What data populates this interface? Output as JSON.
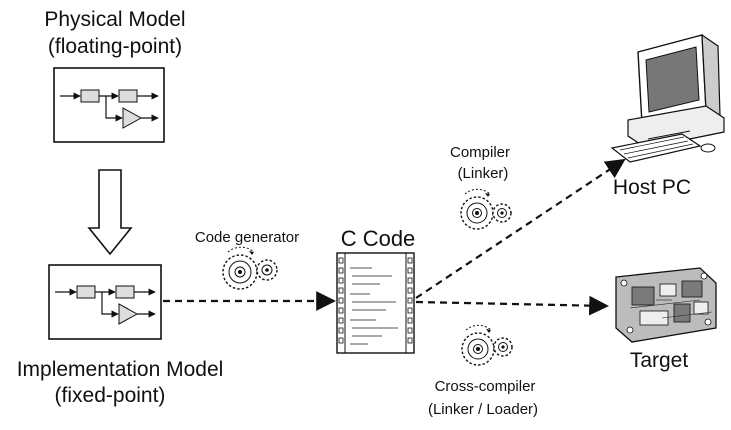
{
  "physical_model": {
    "line1": "Physical Model",
    "line2": "(floating-point)"
  },
  "implementation_model": {
    "line1": "Implementation Model",
    "line2": "(fixed-point)"
  },
  "code_generator": {
    "label": "Code generator"
  },
  "c_code": {
    "label": "C Code"
  },
  "compiler": {
    "line1": "Compiler",
    "line2": "(Linker)"
  },
  "cross_compiler": {
    "line1": "Cross-compiler",
    "line2": "(Linker / Loader)"
  },
  "host_pc": {
    "label": "Host PC"
  },
  "target": {
    "label": "Target"
  },
  "colors": {
    "stroke": "#111111",
    "block_fill": "#dddddd",
    "dark_fill": "#7a7a7a",
    "board_fill": "#bcbcbc"
  },
  "icons": [
    "block-diagram-icon",
    "down-arrow-icon",
    "gears-icon",
    "document-icon",
    "computer-icon",
    "circuit-board-icon"
  ]
}
